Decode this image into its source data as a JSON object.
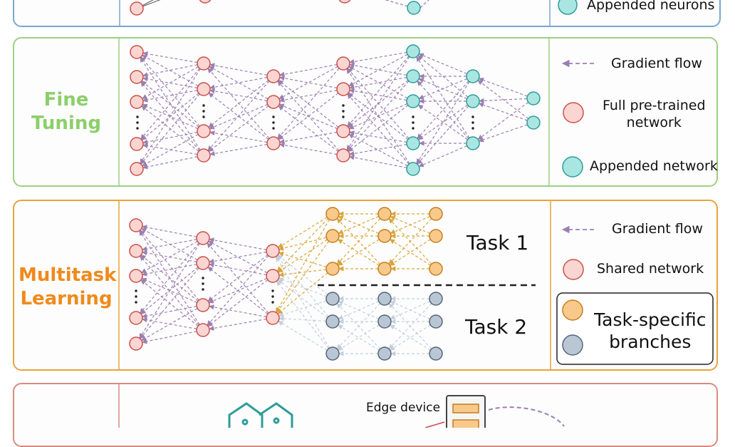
{
  "colors": {
    "blue_border": "#7aa6d1",
    "green_border": "#9cd17f",
    "orange_border": "#e8a23d",
    "red_border": "#d98a7f",
    "pretrained_fill": "#fbd5d1",
    "pretrained_stroke": "#c9504a",
    "appended_fill": "#a9e6e2",
    "appended_stroke": "#2d9c99",
    "task1_fill": "#f8c98a",
    "task1_stroke": "#c47d1c",
    "task2_fill": "#b9c6d4",
    "task2_stroke": "#54657a",
    "gradient_arrow": "#9b7fb0",
    "task1_arrow": "#d9a53a",
    "task2_arrow": "#c4cfdc",
    "green_label": "#8ccf6a",
    "orange_label": "#f08a1c"
  },
  "top_panel": {
    "legend_appended": "Appended neurons"
  },
  "fine_tuning": {
    "label_line1": "Fine",
    "label_line2": "Tuning",
    "legend_gradient": "Gradient flow",
    "legend_full_line1": "Full pre-trained",
    "legend_full_line2": "network",
    "legend_appended": "Appended network"
  },
  "multitask": {
    "label_line1": "Multitask",
    "label_line2": "Learning",
    "task1": "Task 1",
    "task2": "Task 2",
    "legend_gradient": "Gradient flow",
    "legend_shared": "Shared network",
    "legend_task_line1": "Task-specific",
    "legend_task_line2": "branches"
  },
  "bottom_panel": {
    "edge_device": "Edge device"
  }
}
